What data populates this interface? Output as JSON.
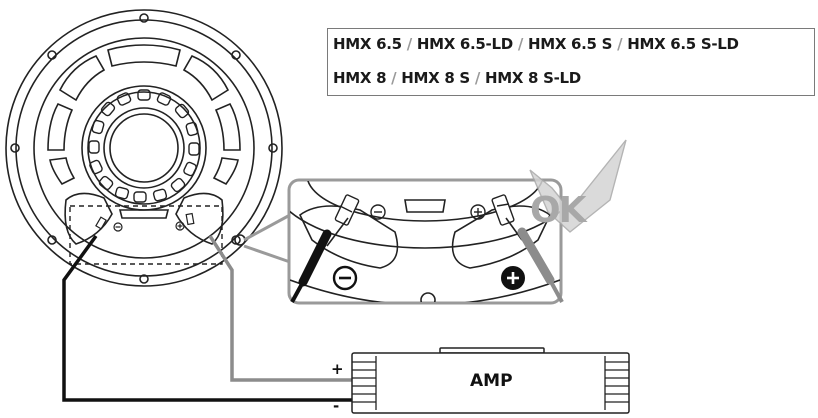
{
  "models": {
    "line1": [
      {
        "text": "HMX 6.5"
      },
      {
        "text": "HMX 6.5-LD"
      },
      {
        "text": "HMX 6.5 S"
      },
      {
        "text": "HMX 6.5 S-LD"
      }
    ],
    "line2": [
      {
        "text": "HMX 8"
      },
      {
        "text": "HMX 8 S"
      },
      {
        "text": "HMX 8 S-LD"
      }
    ],
    "separator": "/"
  },
  "amp": {
    "label": "AMP",
    "plus": "+",
    "minus": "-"
  },
  "check": {
    "text": "OK"
  },
  "colors": {
    "positive_wire": "#8c8c8c",
    "negative_wire": "#111111",
    "outline": "#222222",
    "highlight": "#9a9a9a"
  }
}
